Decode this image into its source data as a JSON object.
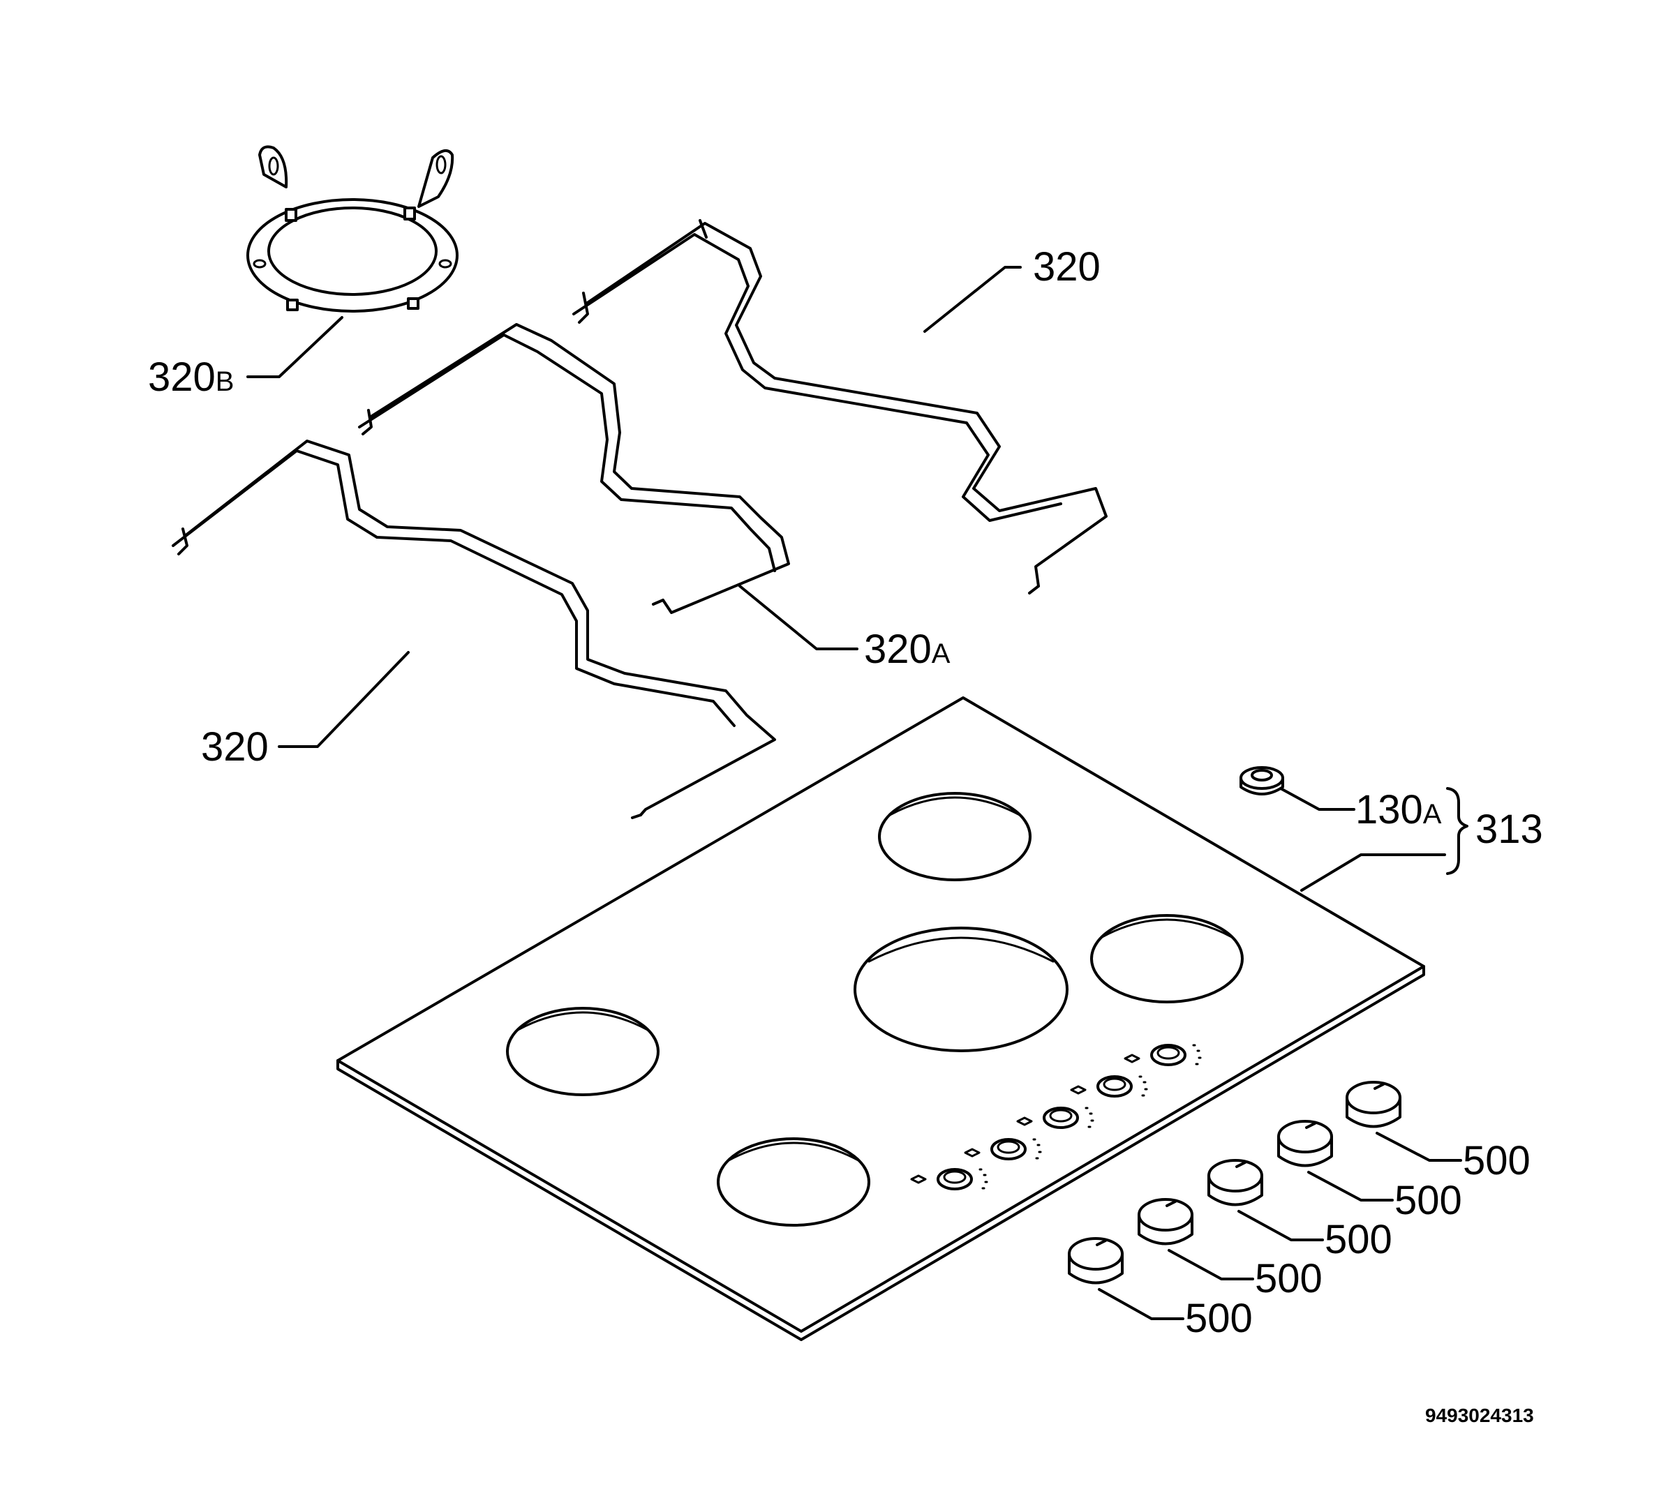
{
  "labels": {
    "grid_top": "320",
    "grid_bottom": "320",
    "grid_middle": "320",
    "grid_middle_suffix": "A",
    "wok_ring": "320",
    "wok_ring_suffix": "B",
    "grommet": "130",
    "grommet_suffix": "A",
    "hob_assembly": "313",
    "knob_1": "500",
    "knob_2": "500",
    "knob_3": "500",
    "knob_4": "500",
    "knob_5": "500"
  },
  "document_code": "9493024313"
}
